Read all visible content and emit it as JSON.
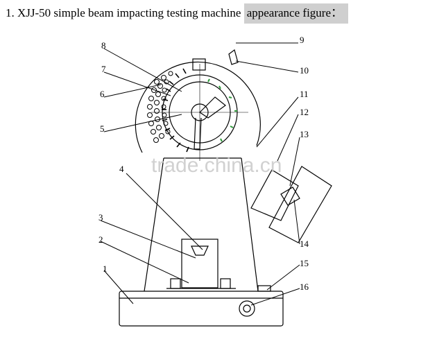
{
  "caption": {
    "prefix": "1. XJJ-50 simple beam impacting testing machine ",
    "highlight": "appearance figure："
  },
  "watermark": "trade.china.cn",
  "callouts": [
    "1",
    "2",
    "3",
    "4",
    "5",
    "6",
    "7",
    "8",
    "9",
    "10",
    "11",
    "12",
    "13",
    "14",
    "15",
    "16"
  ],
  "colors": {
    "line": "#000000",
    "mark": "#2e9a3a",
    "highlight": "#cfcfcf",
    "watermark": "#c9c9c9"
  }
}
